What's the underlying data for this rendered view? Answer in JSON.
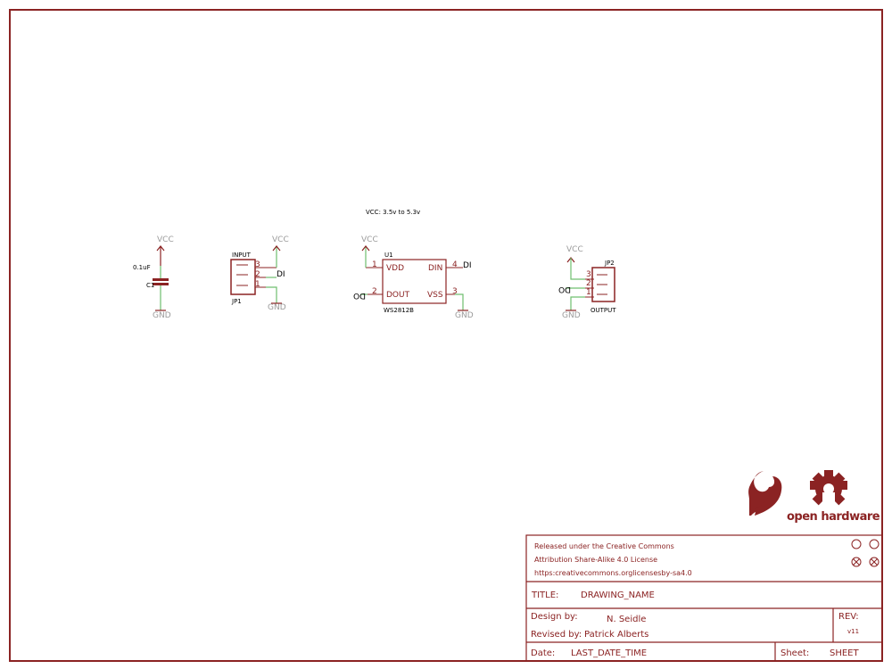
{
  "note": "VCC: 3.5v to 5.3v",
  "power": {
    "vcc": "VCC",
    "gnd": "GND"
  },
  "c1": {
    "value": "0.1uF",
    "name": "C1"
  },
  "jp1": {
    "title": "INPUT",
    "name": "JP1",
    "pins": [
      "3",
      "2",
      "1"
    ],
    "net_di": "DI"
  },
  "u1": {
    "name": "U1",
    "part": "WS2812B",
    "pins": {
      "vdd": "VDD",
      "din": "DIN",
      "dout": "DOUT",
      "vss": "VSS"
    },
    "pin_numbers": {
      "vdd": "1",
      "din": "4",
      "dout": "2",
      "vss": "3"
    },
    "net_di": "DI",
    "net_do": "DO"
  },
  "jp2": {
    "title": "OUTPUT",
    "name": "JP2",
    "pins": [
      "3",
      "2",
      "1"
    ],
    "net_do": "DO"
  },
  "logo": {
    "text": "open hardware"
  },
  "title_block": {
    "license_line1": "Released under the Creative Commons",
    "license_line2": "Attribution Share-Alike 4.0 License",
    "license_line3": "https:creativecommons.orglicensesby-sa4.0",
    "title_label": "TITLE:",
    "title_value": "DRAWING_NAME",
    "design_label": "Design by:",
    "design_value": "N. Seidle",
    "revised_label": "Revised by:",
    "revised_value": "Patrick Alberts",
    "rev_label": "REV:",
    "rev_value": "v11",
    "date_label": "Date:",
    "date_value": "LAST_DATE_TIME",
    "sheet_label": "Sheet:",
    "sheet_value": "SHEET"
  },
  "colors": {
    "frame": "#8b2323",
    "wire": "#6fbf6f",
    "power": "#9a9a9a",
    "text": "#000000"
  }
}
